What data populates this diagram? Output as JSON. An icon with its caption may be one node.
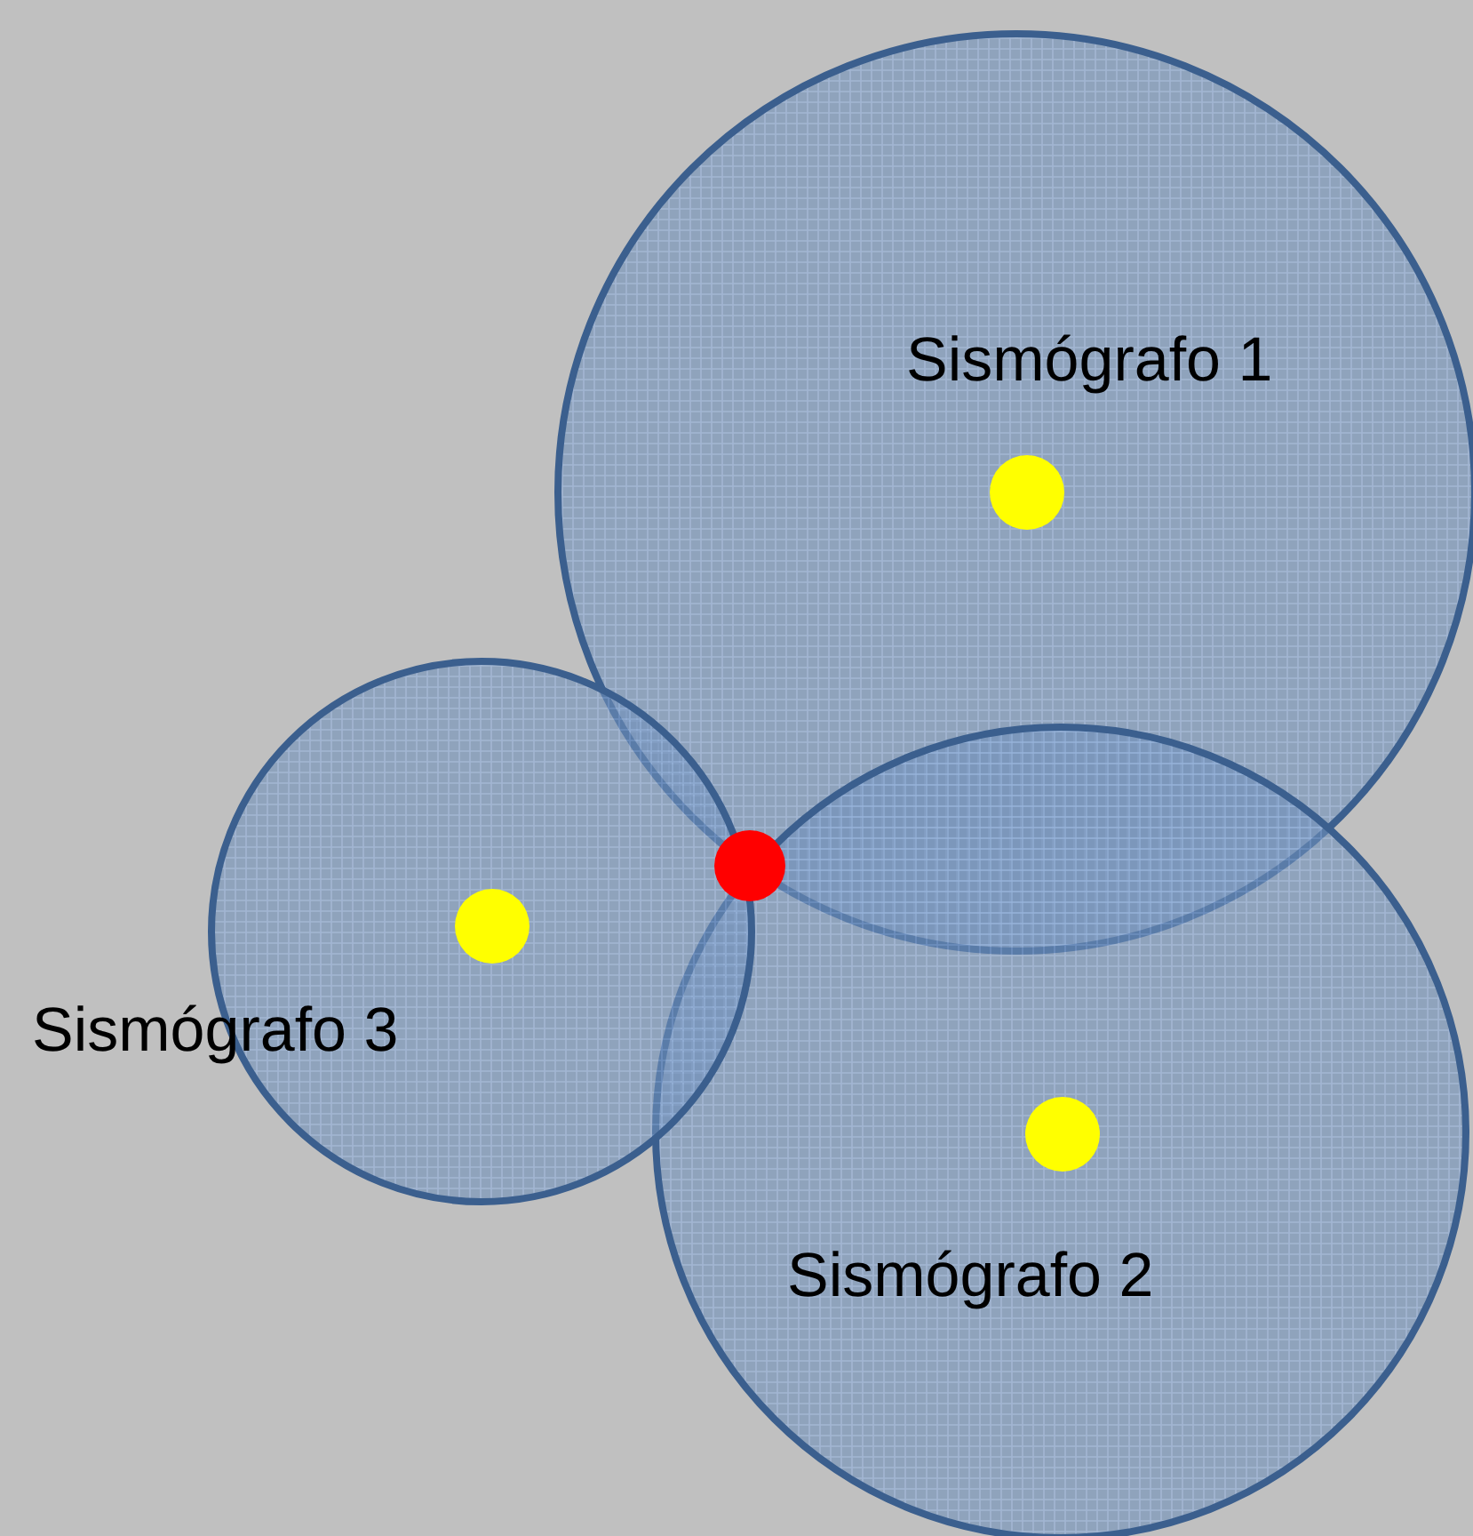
{
  "diagram": {
    "nodes": [
      {
        "text": [
          "Sismógrafo 1"
        ]
      },
      {
        "text": [
          "Sismógrafo 3"
        ]
      },
      {
        "text": [
          "Sismógrafo 2"
        ]
      }
    ]
  }
}
